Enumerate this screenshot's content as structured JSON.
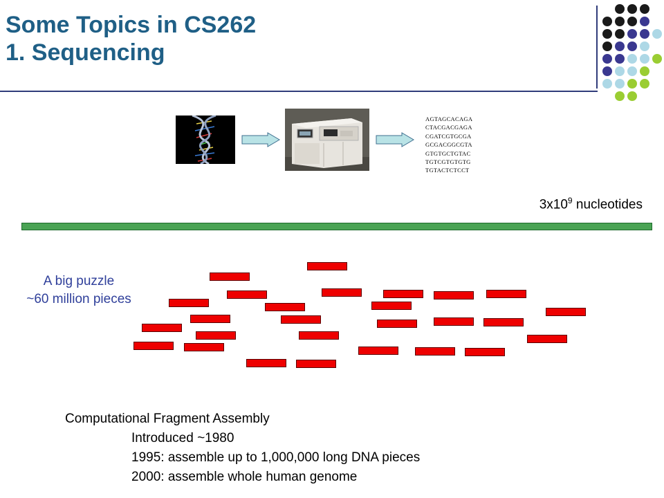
{
  "slide": {
    "title_line1": "Some Topics in CS262",
    "title_line2": "1. Sequencing"
  },
  "pipeline": {
    "dna_image": "dna-double-helix",
    "sequencer_image": "dna-sequencing-machine",
    "output_sequences": [
      "AGTAGCACAGA",
      "CTACGACGAGA",
      "CGATCGTGCGA",
      "GCGACGGCGTA",
      "GTGTGCTGTAC",
      "TGTCGTGTGTG",
      "TGTACTCTCCT"
    ]
  },
  "genome": {
    "size_base": "3x10",
    "size_exponent": "9",
    "size_unit": " nucleotides",
    "bar_color": "#4aa354"
  },
  "puzzle": {
    "line1": "A big puzzle",
    "line2": "~60 million pieces",
    "fragment_color": "#ee0000"
  },
  "assembly": {
    "heading": "Computational Fragment Assembly",
    "items": [
      "Introduced ~1980",
      "1995: assemble up to 1,000,000 long DNA pieces",
      "2000: assemble whole human genome"
    ]
  },
  "decor": {
    "dot_colors": {
      "black": "#1a1a1a",
      "purple": "#3a3890",
      "lightblue": "#add8e6",
      "green": "#9acd32"
    }
  }
}
